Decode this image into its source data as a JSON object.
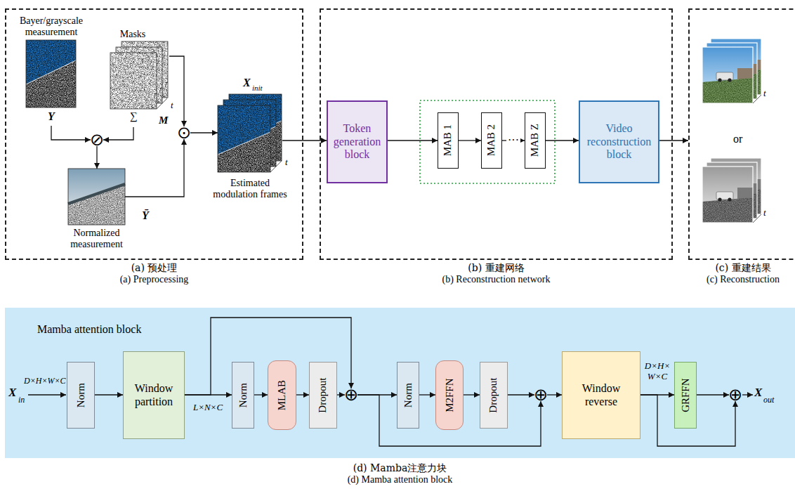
{
  "diagram": {
    "nodes": [
      {
        "text": [
          "(a) 预处理",
          "(a) Preprocessing"
        ]
      },
      {
        "text": [
          "Bayer/grayscale measurement",
          "Y"
        ],
        "in": 0
      },
      {
        "text": [
          "Masks",
          "t",
          "∑",
          "M"
        ],
        "in": 0
      },
      {
        "text": [
          "⊘"
        ],
        "in": 0
      },
      {
        "text": [
          "Ȳ",
          "Normalized measurement"
        ],
        "in": 0
      },
      {
        "text": [
          "⊙"
        ],
        "in": 0
      },
      {
        "text": [
          "X",
          "init",
          "t",
          "Estimated modulation frames"
        ],
        "in": 0
      },
      {
        "text": [
          "(b) 重建网络",
          "(b) Reconstruction network"
        ]
      },
      {
        "text": [
          "Token generation block"
        ],
        "in": 7
      },
      {
        "text": [
          "MAB 1"
        ],
        "in": 7
      },
      {
        "text": [
          "MAB 2"
        ],
        "in": 7
      },
      {
        "text": [
          "MAB Z"
        ],
        "in": 7
      },
      {
        "text": [
          "Video reconstruction block"
        ],
        "in": 7
      },
      {
        "text": [
          "(c) 重建结果",
          "(c) Reconstruction"
        ]
      },
      {
        "text": [
          "Mamba attention block",
          "(d) Mamba注意力块",
          "(d) Mamba attention block"
        ]
      },
      {
        "text": [
          "Norm"
        ],
        "in": 14
      },
      {
        "text": [
          "Window partition"
        ],
        "in": 14
      },
      {
        "text": [
          "Norm"
        ],
        "in": 14
      },
      {
        "text": [
          "MLAB"
        ],
        "in": 14
      },
      {
        "text": [
          "Dropout"
        ],
        "in": 14
      },
      {
        "text": [
          "⊕"
        ],
        "in": 14
      },
      {
        "text": [
          "Norm"
        ],
        "in": 14
      },
      {
        "text": [
          "M2FFN"
        ],
        "in": 14
      },
      {
        "text": [
          "Dropout"
        ],
        "in": 14
      },
      {
        "text": [
          "⊕"
        ],
        "in": 14
      },
      {
        "text": [
          "Window reverse"
        ],
        "in": 14
      },
      {
        "text": [
          "GRFFN"
        ],
        "in": 14
      },
      {
        "text": [
          "⊕"
        ],
        "in": 14
      }
    ],
    "edges": [
      {
        "from": 1,
        "to": 3,
        "arrow": "to"
      },
      {
        "from": 2,
        "to": 3,
        "arrow": "to"
      },
      {
        "from": 3,
        "to": 4,
        "arrow": "to"
      },
      {
        "from": 2,
        "to": 5,
        "arrow": "to"
      },
      {
        "from": 4,
        "to": 5,
        "arrow": "to"
      },
      {
        "from": 5,
        "to": 6,
        "arrow": "to"
      },
      {
        "from": 6,
        "to": 8,
        "arrow": "to"
      },
      {
        "from": 8,
        "to": 9,
        "arrow": "to"
      },
      {
        "from": 9,
        "to": 10,
        "arrow": "to"
      },
      {
        "from": 10,
        "to": 11,
        "arrow": "to",
        "label": "···"
      },
      {
        "from": 11,
        "to": 12,
        "arrow": "to"
      },
      {
        "from": 12,
        "to": 13,
        "arrow": "to"
      },
      {
        "from": 15,
        "to": 16,
        "arrow": "to"
      },
      {
        "from": 16,
        "to": 17,
        "arrow": "to",
        "label": "L×N×C"
      },
      {
        "from": 16,
        "to": 20,
        "arrow": "to"
      },
      {
        "from": 17,
        "to": 18,
        "arrow": "to"
      },
      {
        "from": 18,
        "to": 19,
        "arrow": "to"
      },
      {
        "from": 19,
        "to": 20,
        "arrow": "to"
      },
      {
        "from": 20,
        "to": 21,
        "arrow": "to"
      },
      {
        "from": 20,
        "to": 24,
        "arrow": "to"
      },
      {
        "from": 21,
        "to": 22,
        "arrow": "to"
      },
      {
        "from": 22,
        "to": 23,
        "arrow": "to"
      },
      {
        "from": 23,
        "to": 24,
        "arrow": "to"
      },
      {
        "from": 24,
        "to": 25,
        "arrow": "to"
      },
      {
        "from": 25,
        "to": 26,
        "arrow": "to",
        "label": "D×H× W×C"
      },
      {
        "from": 25,
        "to": 27,
        "arrow": "to"
      },
      {
        "from": 26,
        "to": 27,
        "arrow": "to"
      }
    ],
    "labels": [
      "t",
      "or",
      "t",
      "X",
      "in",
      "D×H×W×C",
      "X",
      "out"
    ]
  }
}
